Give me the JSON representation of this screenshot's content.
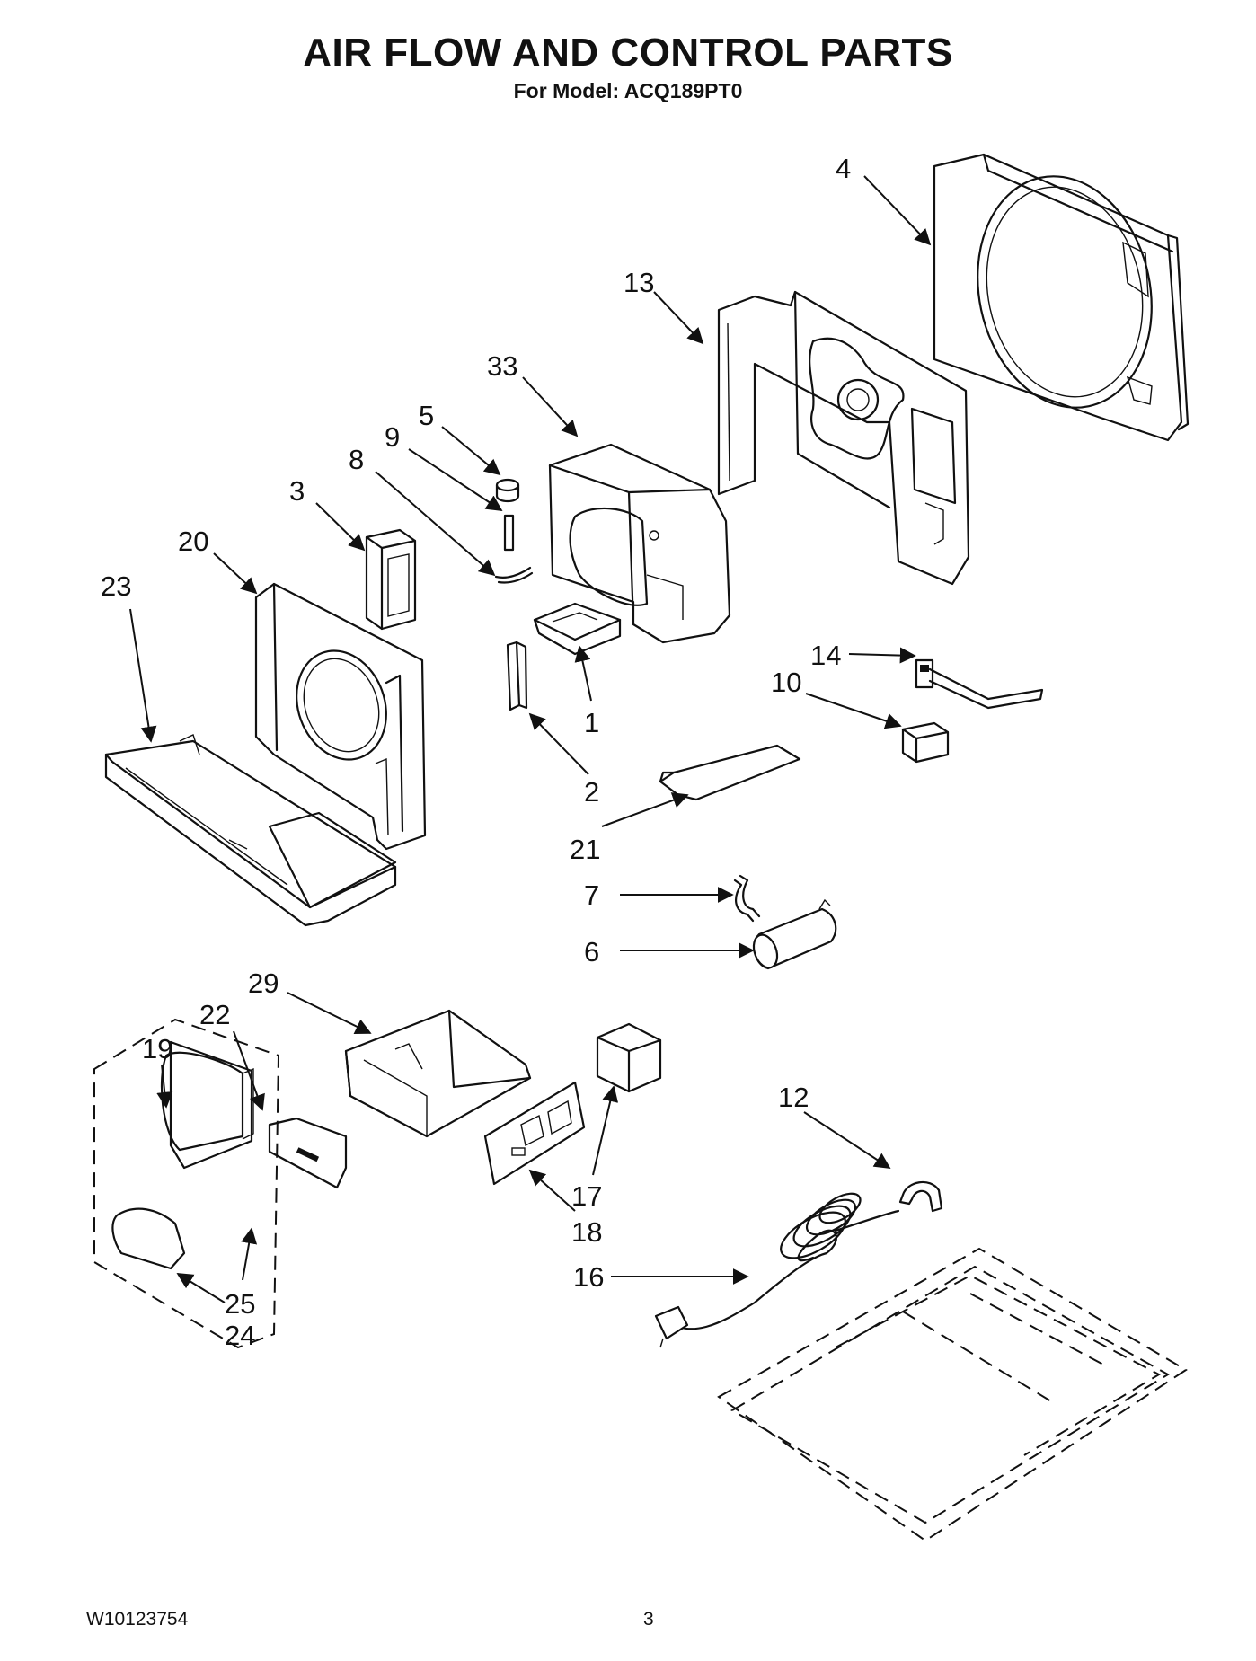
{
  "title": "AIR FLOW AND CONTROL PARTS",
  "subtitle": "For Model: ACQ189PT0",
  "footer": {
    "document_number": "W10123754",
    "page_number": "3"
  },
  "callouts": [
    "4",
    "13",
    "33",
    "5",
    "9",
    "8",
    "3",
    "20",
    "23",
    "1",
    "2",
    "14",
    "10",
    "21",
    "7",
    "6",
    "29",
    "22",
    "19",
    "17",
    "18",
    "12",
    "16",
    "25",
    "24"
  ]
}
